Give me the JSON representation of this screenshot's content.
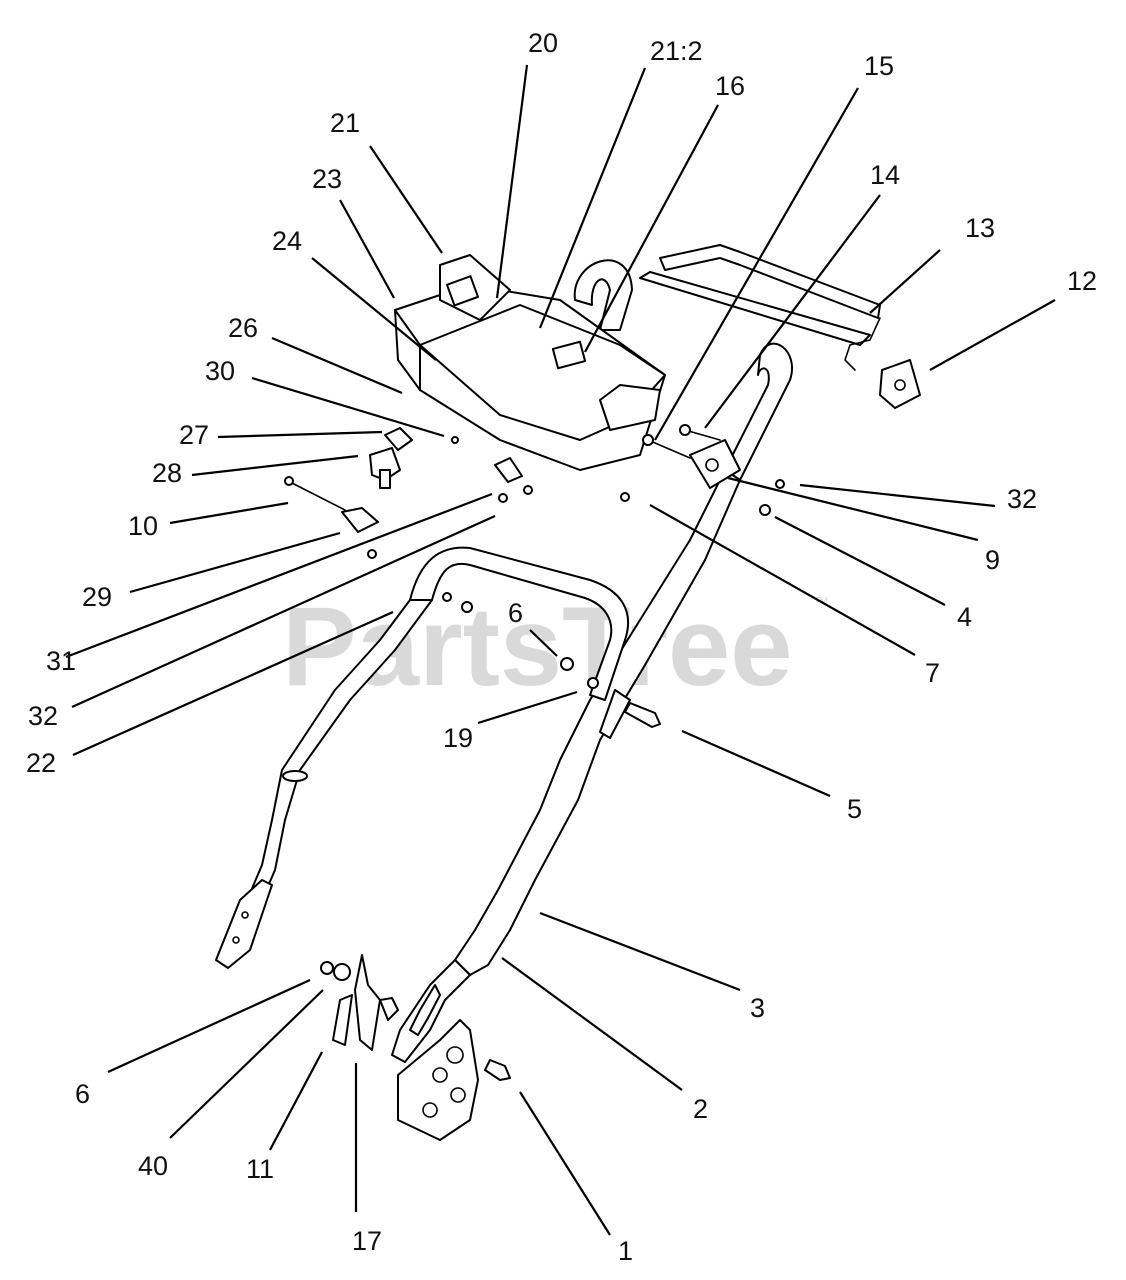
{
  "watermark": {
    "text": "PartsTree",
    "trademark": "™"
  },
  "callouts": [
    {
      "id": "label-20",
      "text": "20"
    },
    {
      "id": "label-21-2",
      "text": "21:2"
    },
    {
      "id": "label-16",
      "text": "16"
    },
    {
      "id": "label-15",
      "text": "15"
    },
    {
      "id": "label-21",
      "text": "21"
    },
    {
      "id": "label-14",
      "text": "14"
    },
    {
      "id": "label-23",
      "text": "23"
    },
    {
      "id": "label-13",
      "text": "13"
    },
    {
      "id": "label-24",
      "text": "24"
    },
    {
      "id": "label-12",
      "text": "12"
    },
    {
      "id": "label-26",
      "text": "26"
    },
    {
      "id": "label-30",
      "text": "30"
    },
    {
      "id": "label-27",
      "text": "27"
    },
    {
      "id": "label-28",
      "text": "28"
    },
    {
      "id": "label-10",
      "text": "10"
    },
    {
      "id": "label-32-right",
      "text": "32"
    },
    {
      "id": "label-9",
      "text": "9"
    },
    {
      "id": "label-29",
      "text": "29"
    },
    {
      "id": "label-4",
      "text": "4"
    },
    {
      "id": "label-31",
      "text": "31"
    },
    {
      "id": "label-6-upper",
      "text": "6"
    },
    {
      "id": "label-7",
      "text": "7"
    },
    {
      "id": "label-32-left",
      "text": "32"
    },
    {
      "id": "label-19",
      "text": "19"
    },
    {
      "id": "label-22",
      "text": "22"
    },
    {
      "id": "label-5",
      "text": "5"
    },
    {
      "id": "label-3",
      "text": "3"
    },
    {
      "id": "label-6-lower",
      "text": "6"
    },
    {
      "id": "label-2",
      "text": "2"
    },
    {
      "id": "label-40",
      "text": "40"
    },
    {
      "id": "label-11",
      "text": "11"
    },
    {
      "id": "label-17",
      "text": "17"
    },
    {
      "id": "label-1",
      "text": "1"
    }
  ]
}
